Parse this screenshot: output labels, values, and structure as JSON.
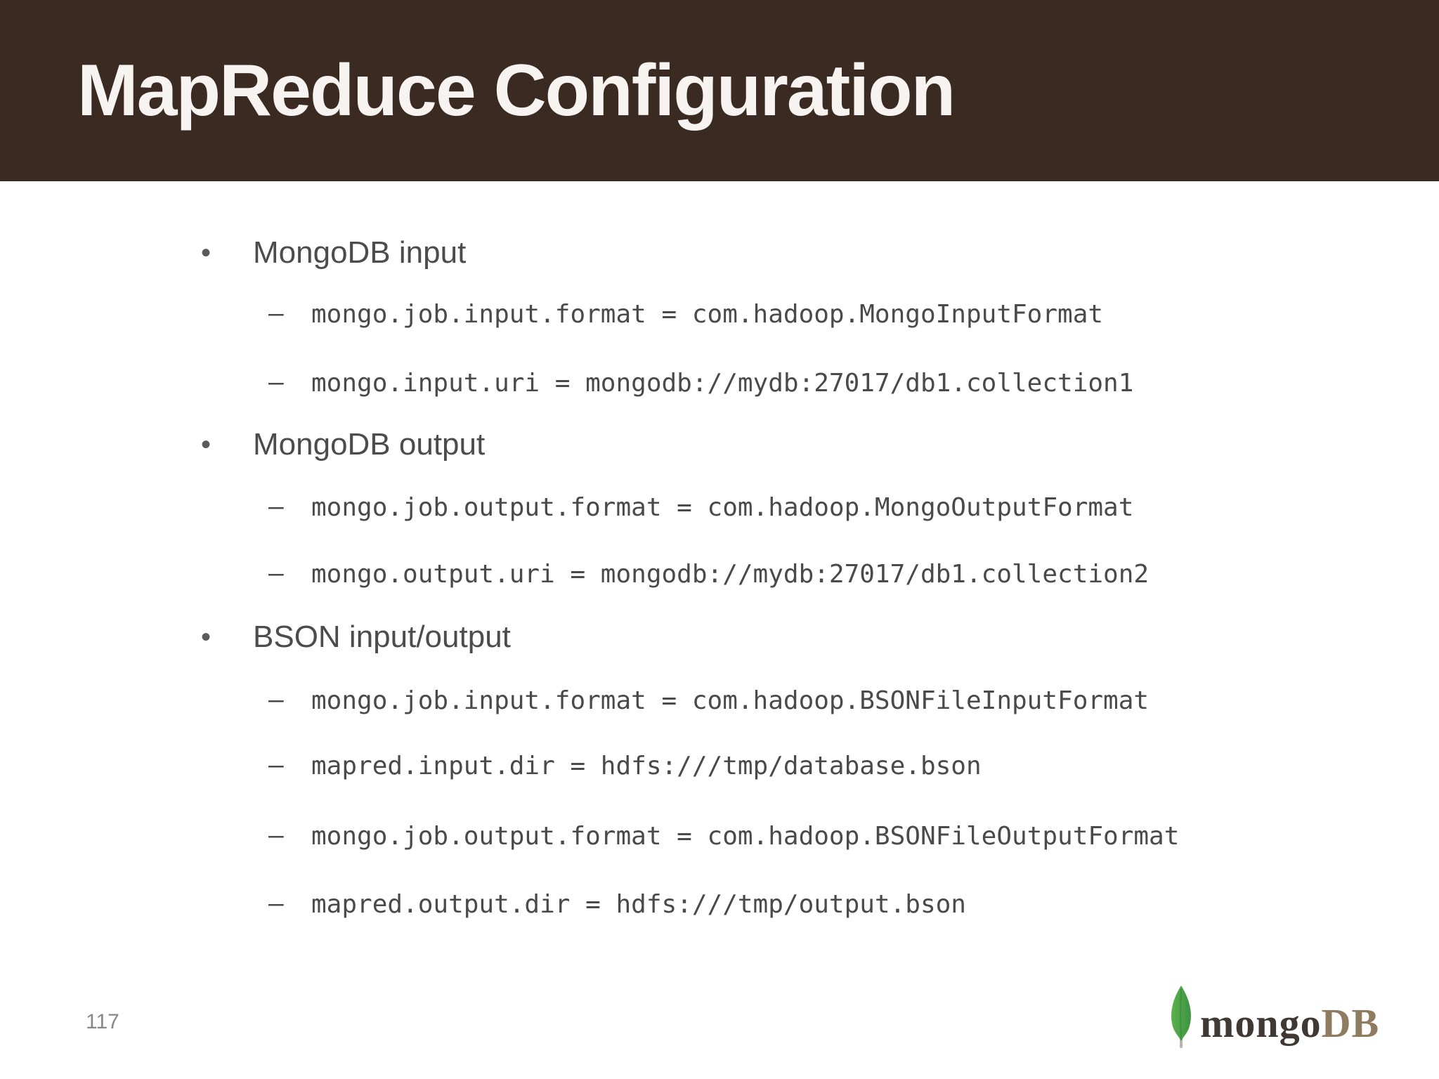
{
  "slide": {
    "title": "MapReduce Configuration",
    "page_number": "117"
  },
  "sections": [
    {
      "title": "MongoDB input",
      "items": [
        "mongo.job.input.format = com.hadoop.MongoInputFormat",
        "mongo.input.uri = mongodb://mydb:27017/db1.collection1"
      ]
    },
    {
      "title": "MongoDB output",
      "items": [
        "mongo.job.output.format = com.hadoop.MongoOutputFormat",
        "mongo.output.uri = mongodb://mydb:27017/db1.collection2"
      ]
    },
    {
      "title": "BSON input/output",
      "items": [
        "mongo.job.input.format = com.hadoop.BSONFileInputFormat",
        "mapred.input.dir = hdfs:///tmp/database.bson",
        "mongo.job.output.format = com.hadoop.BSONFileOutputFormat",
        "mapred.output.dir = hdfs:///tmp/output.bson"
      ]
    }
  ],
  "logo": {
    "text_primary": "mongo",
    "text_secondary": "DB",
    "leaf_color_light": "#5cb04e",
    "leaf_color_dark": "#3e9141",
    "stem_color": "#b9b6ae"
  },
  "colors": {
    "header_background": "#3a2a21",
    "title_text": "#f7f3f0",
    "heading_text": "#4c4c4c",
    "code_text": "#4a4a4a",
    "page_number_text": "#888888"
  }
}
